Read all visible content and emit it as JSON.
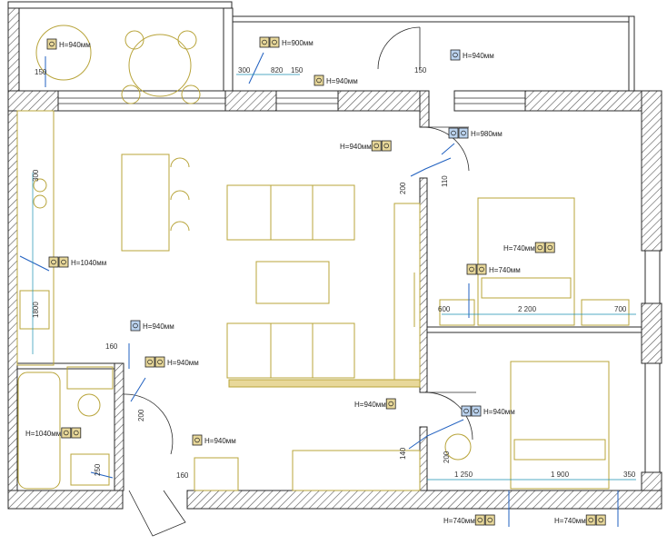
{
  "colors": {
    "wall": "#2b2b2b",
    "furniture": "#b8a43a",
    "dimension": "#1a8fb0",
    "cable": "#2060c0",
    "text": "#222222",
    "socket_fill": "#e8d89a",
    "switch_fill": "#bcd4f0"
  },
  "labels": [
    {
      "id": "balcony-socket",
      "text": "H=940мм",
      "icon": "single-socket"
    },
    {
      "id": "hall-top-socket",
      "text": "H=900мм",
      "icon": "socket-group"
    },
    {
      "id": "hall-top-socket2",
      "text": "H=940мм",
      "icon": "single-socket"
    },
    {
      "id": "entry-top-switch",
      "text": "H=940мм",
      "icon": "single-switch"
    },
    {
      "id": "living-socket-right",
      "text": "H=940мм",
      "icon": "socket-group"
    },
    {
      "id": "living-switch-right",
      "text": "H=980мм",
      "icon": "double-switch"
    },
    {
      "id": "bedroom1-tv",
      "text": "H=740мм",
      "icon": "socket-group"
    },
    {
      "id": "bedroom1-bed",
      "text": "H=740мм",
      "icon": "socket-group"
    },
    {
      "id": "kitchen-socket",
      "text": "H=1040мм",
      "icon": "socket-group"
    },
    {
      "id": "hall-switch-left",
      "text": "H=940мм",
      "icon": "single-switch"
    },
    {
      "id": "hall-socket-left",
      "text": "H=940мм",
      "icon": "socket-group"
    },
    {
      "id": "bathroom-socket",
      "text": "H=1040мм",
      "icon": "socket-group"
    },
    {
      "id": "hall-bottom-socket",
      "text": "H=940мм",
      "icon": "single-socket"
    },
    {
      "id": "corridor-socket",
      "text": "H=940мм",
      "icon": "single-socket"
    },
    {
      "id": "bedroom2-switch",
      "text": "H=940мм",
      "icon": "double-switch"
    },
    {
      "id": "bedroom2-bottom-left",
      "text": "H=740мм",
      "icon": "socket-group"
    },
    {
      "id": "bedroom2-bottom-right",
      "text": "H=740мм",
      "icon": "socket-group"
    }
  ],
  "dimensions": {
    "balcony_150": "150",
    "hall_300": "300",
    "hall_820": "820",
    "hall_150": "150",
    "entry_150": "150",
    "living_200": "200",
    "living_110": "110",
    "kitchen_300": "300",
    "kitchen_1800": "1800",
    "bedroom1_600": "600",
    "bedroom1_2200": "2 200",
    "bedroom1_700": "700",
    "hall_160": "160",
    "hall_200": "200",
    "bath_250": "250",
    "bottom_160": "160",
    "corr_140": "140",
    "corr_200": "200",
    "bedroom2_1250": "1 250",
    "bedroom2_1900": "1 900",
    "bedroom2_350": "350"
  }
}
